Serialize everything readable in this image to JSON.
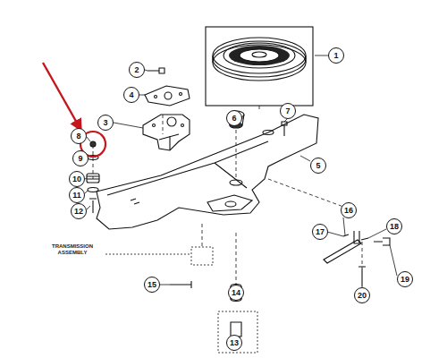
{
  "diagram": {
    "nodes": [
      {
        "text": [
          "1"
        ]
      },
      {
        "text": [
          "2"
        ]
      },
      {
        "text": [
          "4"
        ]
      },
      {
        "text": [
          "3"
        ]
      },
      {
        "text": [
          "6"
        ]
      },
      {
        "text": [
          "7"
        ]
      },
      {
        "text": [
          "8"
        ]
      },
      {
        "text": [
          "9"
        ]
      },
      {
        "text": [
          "5"
        ]
      },
      {
        "text": [
          "10"
        ]
      },
      {
        "text": [
          "11"
        ]
      },
      {
        "text": [
          "12"
        ]
      },
      {
        "text": [
          "16"
        ]
      },
      {
        "text": [
          "18"
        ]
      },
      {
        "text": [
          "17"
        ]
      },
      {
        "text": [
          "19"
        ]
      },
      {
        "text": [
          "15"
        ]
      },
      {
        "text": [
          "14"
        ]
      },
      {
        "text": [
          "20"
        ]
      },
      {
        "text": [
          "13"
        ]
      }
    ],
    "labels": [
      "TRANSMISSION ASSEMBLY"
    ]
  }
}
